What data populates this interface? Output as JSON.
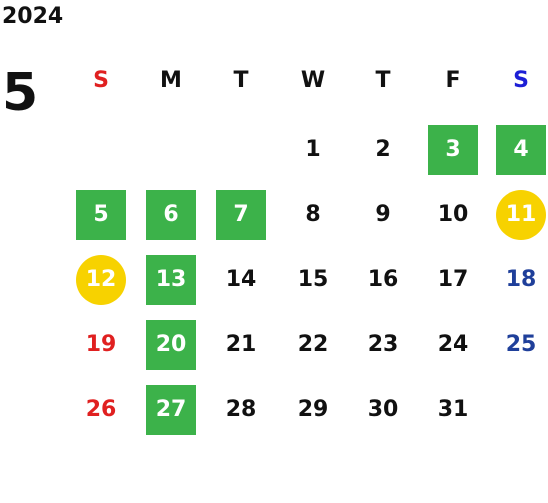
{
  "year": "2024",
  "month": "5",
  "colors": {
    "sunday": "#e02020",
    "saturday_header": "#1d1fd6",
    "saturday_date": "#1f3f9a",
    "highlight_green": "#3cb24a",
    "highlight_circle": "#f7d200",
    "text": "#111111"
  },
  "weekdays": [
    {
      "label": "S",
      "kind": "sun"
    },
    {
      "label": "M",
      "kind": "wk"
    },
    {
      "label": "T",
      "kind": "wk"
    },
    {
      "label": "W",
      "kind": "wk"
    },
    {
      "label": "T",
      "kind": "wk"
    },
    {
      "label": "F",
      "kind": "wk"
    },
    {
      "label": "S",
      "kind": "sat"
    }
  ],
  "first_weekday": 3,
  "days": [
    {
      "d": "1"
    },
    {
      "d": "2"
    },
    {
      "d": "3",
      "mark": "green"
    },
    {
      "d": "4",
      "mark": "green"
    },
    {
      "d": "5",
      "mark": "green"
    },
    {
      "d": "6",
      "mark": "green"
    },
    {
      "d": "7",
      "mark": "green"
    },
    {
      "d": "8"
    },
    {
      "d": "9"
    },
    {
      "d": "10"
    },
    {
      "d": "11",
      "mark": "circle"
    },
    {
      "d": "12",
      "mark": "circle"
    },
    {
      "d": "13",
      "mark": "green"
    },
    {
      "d": "14"
    },
    {
      "d": "15"
    },
    {
      "d": "16"
    },
    {
      "d": "17"
    },
    {
      "d": "18"
    },
    {
      "d": "19"
    },
    {
      "d": "20",
      "mark": "green"
    },
    {
      "d": "21"
    },
    {
      "d": "22"
    },
    {
      "d": "23"
    },
    {
      "d": "24"
    },
    {
      "d": "25"
    },
    {
      "d": "26"
    },
    {
      "d": "27",
      "mark": "green"
    },
    {
      "d": "28"
    },
    {
      "d": "29"
    },
    {
      "d": "30"
    },
    {
      "d": "31"
    }
  ]
}
